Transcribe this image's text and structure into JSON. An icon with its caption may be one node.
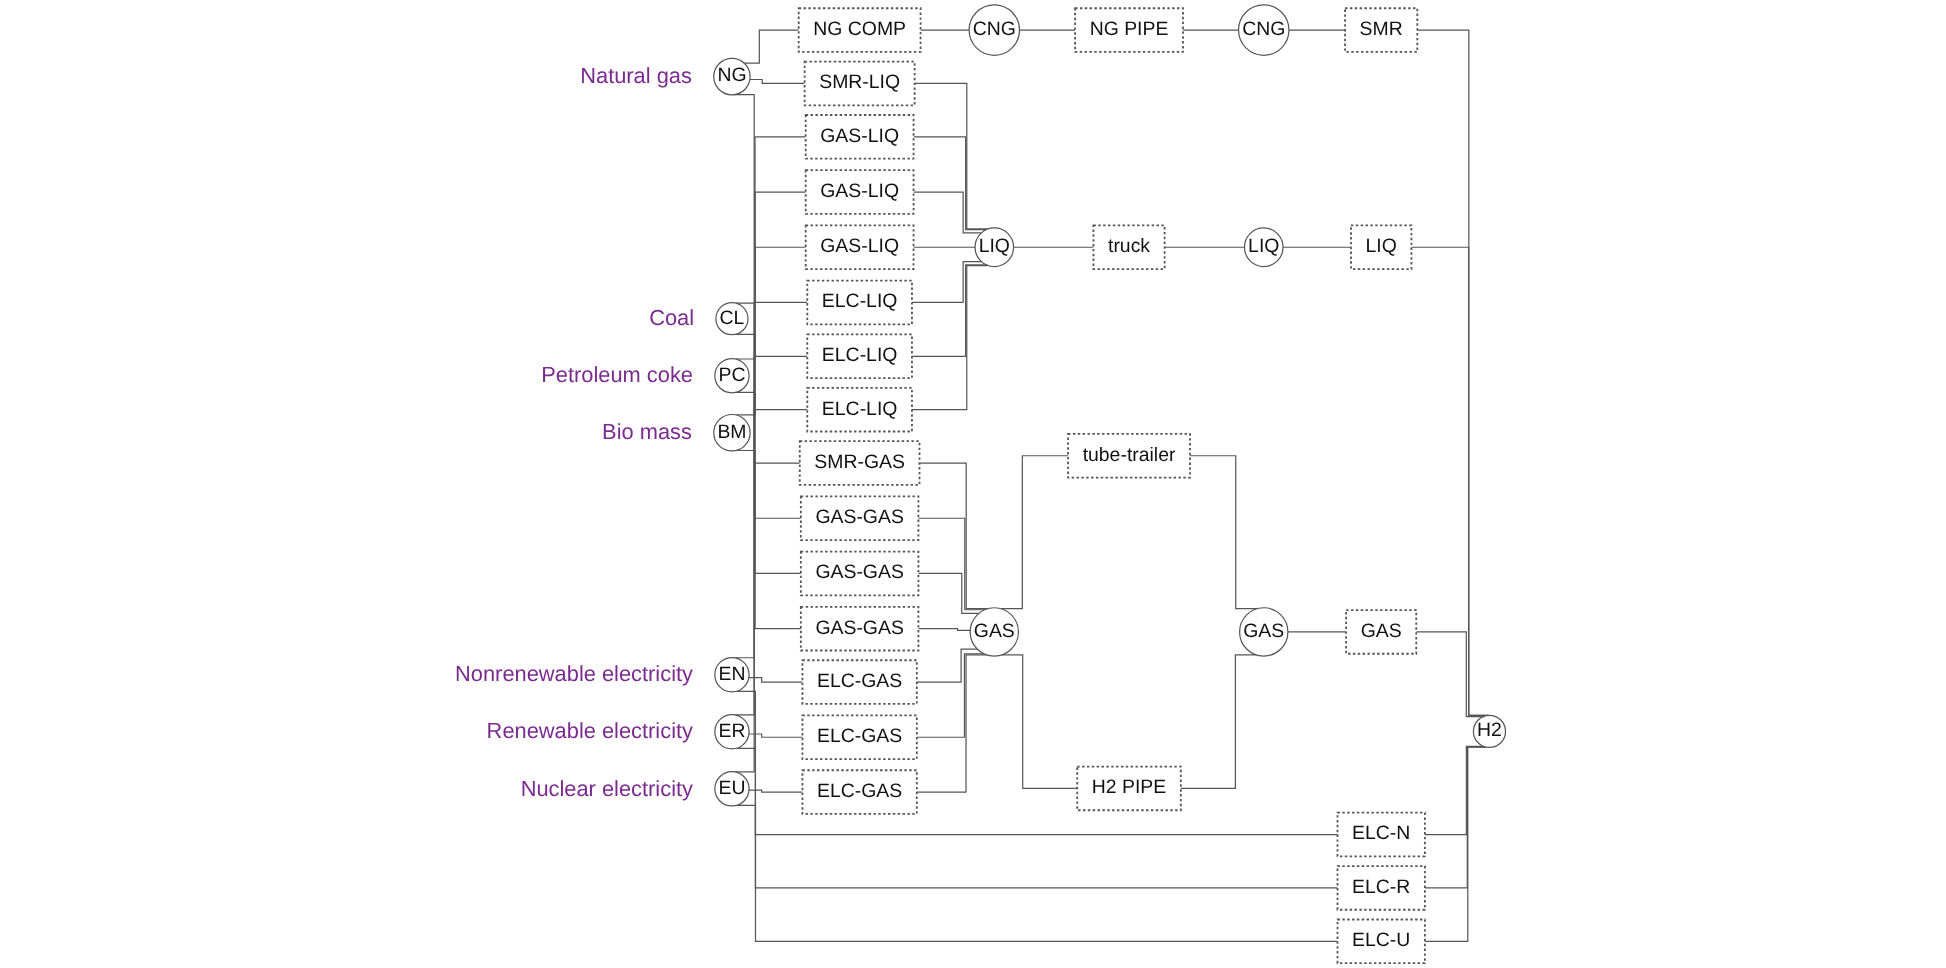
{
  "diagram": {
    "nodes": [
      {
        "text": [
          "NG"
        ],
        "beside": [
          "Natural gas"
        ]
      },
      {
        "text": [
          "SMR-LIQ"
        ]
      },
      {
        "text": [
          "SMR-GAS"
        ]
      },
      {
        "text": [
          "NG COMP"
        ]
      },
      {
        "text": [
          "CL"
        ],
        "beside": [
          "Coal"
        ]
      },
      {
        "text": [
          "GAS-LIQ"
        ]
      },
      {
        "text": [
          "GAS-GAS"
        ]
      },
      {
        "text": [
          "PC"
        ],
        "beside": [
          "Petroleum coke"
        ]
      },
      {
        "text": [
          "GAS-LIQ"
        ]
      },
      {
        "text": [
          "GAS-GAS"
        ]
      },
      {
        "text": [
          "BM"
        ],
        "beside": [
          "Bio mass"
        ]
      },
      {
        "text": [
          "GAS-LIQ"
        ]
      },
      {
        "text": [
          "GAS-GAS"
        ]
      },
      {
        "text": [
          "EN"
        ],
        "beside": [
          "Nonrenewable electricity"
        ]
      },
      {
        "text": [
          "ELC-LIQ"
        ]
      },
      {
        "text": [
          "ELC-GAS"
        ]
      },
      {
        "text": [
          "ER"
        ],
        "beside": [
          "Renewable electricity"
        ]
      },
      {
        "text": [
          "ELC-LIQ"
        ]
      },
      {
        "text": [
          "ELC-GAS"
        ]
      },
      {
        "text": [
          "EU"
        ],
        "beside": [
          "Nuclear electricity"
        ]
      },
      {
        "text": [
          "ELC-LIQ"
        ]
      },
      {
        "text": [
          "ELC-GAS"
        ]
      },
      {
        "text": [
          "CNG"
        ]
      },
      {
        "text": [
          "NG PIPE"
        ]
      },
      {
        "text": [
          "CNG"
        ]
      },
      {
        "text": [
          "SMR"
        ]
      },
      {
        "text": [
          "LIQ"
        ]
      },
      {
        "text": [
          "truck"
        ]
      },
      {
        "text": [
          "LIQ"
        ]
      },
      {
        "text": [
          "LIQ"
        ]
      },
      {
        "text": [
          "GAS"
        ]
      },
      {
        "text": [
          "tube-trailer"
        ]
      },
      {
        "text": [
          "H2 PIPE"
        ]
      },
      {
        "text": [
          "GAS"
        ]
      },
      {
        "text": [
          "GAS"
        ]
      },
      {
        "text": [
          "ELC-N"
        ]
      },
      {
        "text": [
          "ELC-R"
        ]
      },
      {
        "text": [
          "ELC-U"
        ]
      },
      {
        "text": [
          "H2"
        ]
      }
    ],
    "edges": [
      {
        "from": 0,
        "to": 1,
        "arrow": "none"
      },
      {
        "from": 0,
        "to": 2,
        "arrow": "none"
      },
      {
        "from": 0,
        "to": 3,
        "arrow": "none"
      },
      {
        "from": 4,
        "to": 5,
        "arrow": "none"
      },
      {
        "from": 4,
        "to": 6,
        "arrow": "none"
      },
      {
        "from": 7,
        "to": 8,
        "arrow": "none"
      },
      {
        "from": 7,
        "to": 9,
        "arrow": "none"
      },
      {
        "from": 10,
        "to": 11,
        "arrow": "none"
      },
      {
        "from": 10,
        "to": 12,
        "arrow": "none"
      },
      {
        "from": 13,
        "to": 14,
        "arrow": "none"
      },
      {
        "from": 13,
        "to": 15,
        "arrow": "none"
      },
      {
        "from": 13,
        "to": 35,
        "arrow": "none"
      },
      {
        "from": 16,
        "to": 17,
        "arrow": "none"
      },
      {
        "from": 16,
        "to": 18,
        "arrow": "none"
      },
      {
        "from": 16,
        "to": 36,
        "arrow": "none"
      },
      {
        "from": 19,
        "to": 20,
        "arrow": "none"
      },
      {
        "from": 19,
        "to": 21,
        "arrow": "none"
      },
      {
        "from": 19,
        "to": 37,
        "arrow": "none"
      },
      {
        "from": 1,
        "to": 26,
        "arrow": "none"
      },
      {
        "from": 2,
        "to": 30,
        "arrow": "none"
      },
      {
        "from": 3,
        "to": 22,
        "arrow": "none"
      },
      {
        "from": 5,
        "to": 26,
        "arrow": "none"
      },
      {
        "from": 6,
        "to": 30,
        "arrow": "none"
      },
      {
        "from": 8,
        "to": 26,
        "arrow": "none"
      },
      {
        "from": 9,
        "to": 30,
        "arrow": "none"
      },
      {
        "from": 11,
        "to": 26,
        "arrow": "none"
      },
      {
        "from": 12,
        "to": 30,
        "arrow": "none"
      },
      {
        "from": 14,
        "to": 26,
        "arrow": "none"
      },
      {
        "from": 15,
        "to": 30,
        "arrow": "none"
      },
      {
        "from": 17,
        "to": 26,
        "arrow": "none"
      },
      {
        "from": 18,
        "to": 30,
        "arrow": "none"
      },
      {
        "from": 20,
        "to": 26,
        "arrow": "none"
      },
      {
        "from": 21,
        "to": 30,
        "arrow": "none"
      },
      {
        "from": 22,
        "to": 23,
        "arrow": "none"
      },
      {
        "from": 23,
        "to": 24,
        "arrow": "none"
      },
      {
        "from": 24,
        "to": 25,
        "arrow": "none"
      },
      {
        "from": 26,
        "to": 27,
        "arrow": "none"
      },
      {
        "from": 27,
        "to": 28,
        "arrow": "none"
      },
      {
        "from": 28,
        "to": 29,
        "arrow": "none"
      },
      {
        "from": 30,
        "to": 31,
        "arrow": "none"
      },
      {
        "from": 30,
        "to": 32,
        "arrow": "none"
      },
      {
        "from": 31,
        "to": 33,
        "arrow": "none"
      },
      {
        "from": 32,
        "to": 33,
        "arrow": "none"
      },
      {
        "from": 33,
        "to": 34,
        "arrow": "none"
      },
      {
        "from": 25,
        "to": 38,
        "arrow": "none"
      },
      {
        "from": 29,
        "to": 38,
        "arrow": "none"
      },
      {
        "from": 34,
        "to": 38,
        "arrow": "none"
      },
      {
        "from": 35,
        "to": 38,
        "arrow": "none"
      },
      {
        "from": 36,
        "to": 38,
        "arrow": "none"
      },
      {
        "from": 37,
        "to": 38,
        "arrow": "none"
      }
    ]
  }
}
